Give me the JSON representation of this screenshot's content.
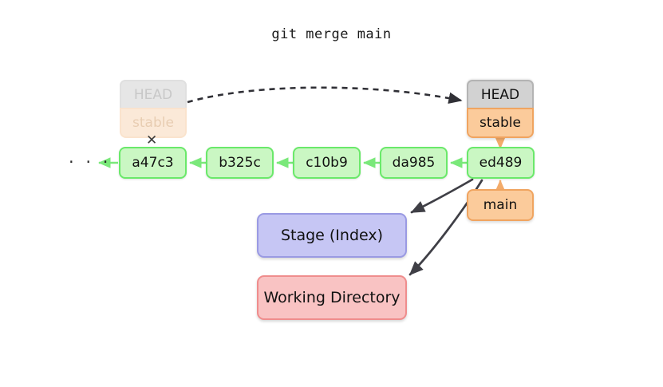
{
  "diagram": {
    "title": "git merge main",
    "background": "#ffffff",
    "colors": {
      "commit_fill": "#caf7c3",
      "commit_border": "#6ae96a",
      "head_fill": "#d2d2d2",
      "head_border": "#b4b4b4",
      "branch_fill": "#fbcb9b",
      "branch_border": "#f0a460",
      "stage_fill": "#c6c6f4",
      "stage_border": "#9a9ae3",
      "working_fill": "#f9c3c3",
      "working_border": "#ef8d8d",
      "arrow_dark": "#3f3f46",
      "arrow_green": "#7ae87a",
      "arrow_orange": "#f3ab6a",
      "ghost_text": "#c8c8c8"
    },
    "commits": [
      {
        "id": "a47c3",
        "label": "a47c3"
      },
      {
        "id": "b325c",
        "label": "b325c"
      },
      {
        "id": "c10b9",
        "label": "c10b9"
      },
      {
        "id": "da985",
        "label": "da985"
      },
      {
        "id": "ed489",
        "label": "ed489"
      }
    ],
    "ellipsis": "· · ·",
    "x_mark": "✕",
    "old_pointer": {
      "head_label": "HEAD",
      "branch_label": "stable",
      "state": "faded"
    },
    "new_pointer": {
      "head_label": "HEAD",
      "branch_label": "stable",
      "state": "active"
    },
    "main_branch": {
      "label": "main"
    },
    "areas": [
      {
        "name": "stage",
        "label": "Stage (Index)"
      },
      {
        "name": "working-directory",
        "label": "Working Directory"
      }
    ],
    "edges": [
      {
        "name": "head-move",
        "style": "dashed",
        "from": "old-head",
        "to": "new-head"
      },
      {
        "name": "stable-to-ed489",
        "style": "solid-orange",
        "from": "stable",
        "to": "ed489"
      },
      {
        "name": "main-to-ed489",
        "style": "solid-orange",
        "from": "main",
        "to": "ed489"
      },
      {
        "name": "ed489-to-stage",
        "style": "curved-dark",
        "from": "ed489",
        "to": "stage"
      },
      {
        "name": "ed489-to-working",
        "style": "curved-dark",
        "from": "ed489",
        "to": "working-directory"
      }
    ]
  }
}
